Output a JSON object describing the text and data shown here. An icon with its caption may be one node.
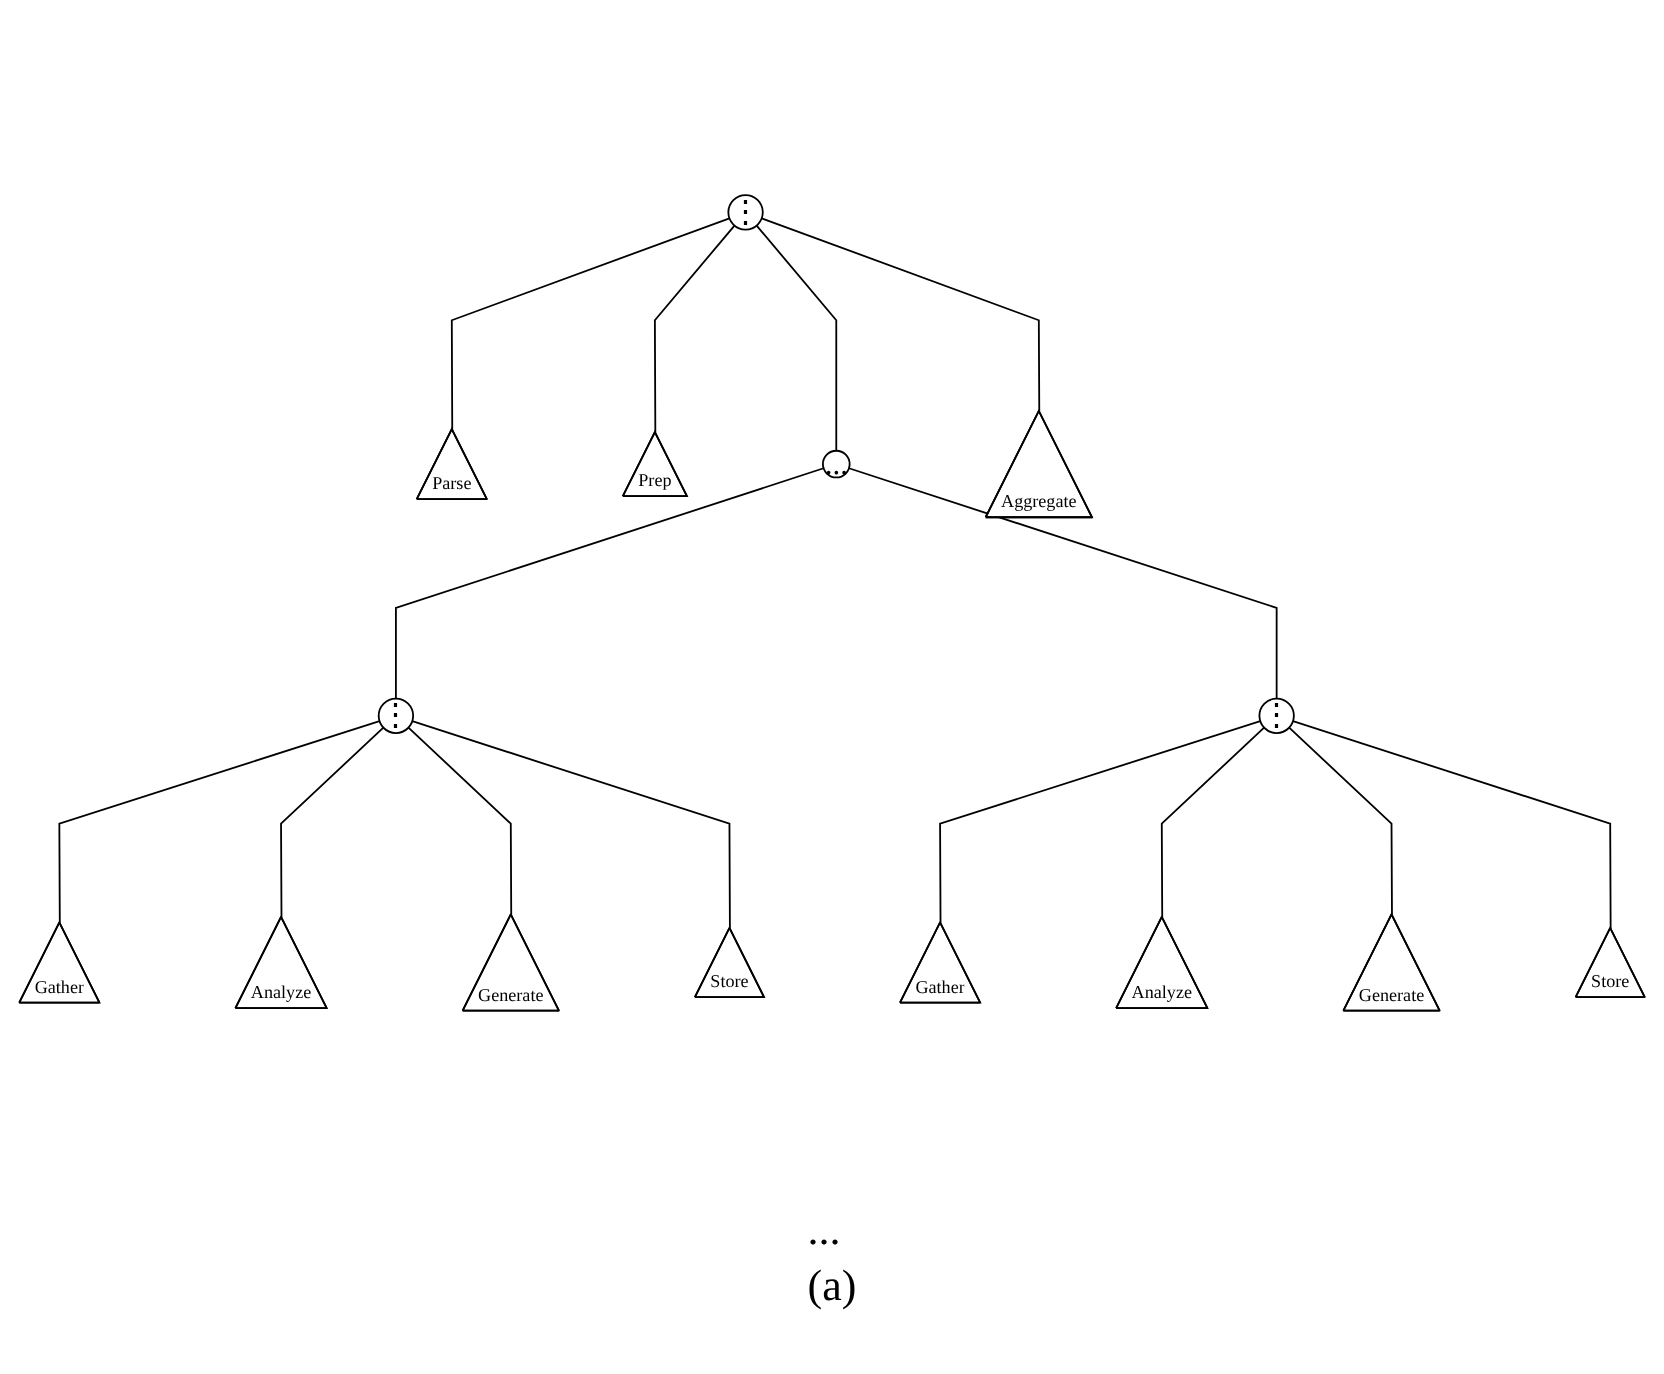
{
  "diagram": {
    "caption": "(a)",
    "nodes": [
      {
        "text": [
          "⋮"
        ]
      },
      {
        "text": [
          "Parse"
        ]
      },
      {
        "text": [
          "Prep"
        ]
      },
      {
        "text": [
          "..."
        ]
      },
      {
        "text": [
          "Aggregate"
        ]
      },
      {
        "text": [
          "⋮"
        ]
      },
      {
        "text": [
          "⋮"
        ]
      },
      {
        "text": [
          "Gather"
        ]
      },
      {
        "text": [
          "Analyze"
        ]
      },
      {
        "text": [
          "Generate"
        ]
      },
      {
        "text": [
          "Store"
        ]
      },
      {
        "text": [
          "Gather"
        ]
      },
      {
        "text": [
          "Analyze"
        ]
      },
      {
        "text": [
          "Generate"
        ]
      },
      {
        "text": [
          "Store"
        ]
      }
    ],
    "edges": [
      {
        "from": 0,
        "to": 1,
        "arrow": "none"
      },
      {
        "from": 0,
        "to": 2,
        "arrow": "none"
      },
      {
        "from": 0,
        "to": 3,
        "arrow": "none"
      },
      {
        "from": 0,
        "to": 4,
        "arrow": "none"
      },
      {
        "from": 3,
        "to": 5,
        "arrow": "none"
      },
      {
        "from": 3,
        "to": 6,
        "arrow": "none"
      },
      {
        "from": 5,
        "to": 7,
        "arrow": "none"
      },
      {
        "from": 5,
        "to": 8,
        "arrow": "none"
      },
      {
        "from": 5,
        "to": 9,
        "arrow": "none"
      },
      {
        "from": 5,
        "to": 10,
        "arrow": "none"
      },
      {
        "from": 6,
        "to": 11,
        "arrow": "none"
      },
      {
        "from": 6,
        "to": 12,
        "arrow": "none"
      },
      {
        "from": 6,
        "to": 13,
        "arrow": "none"
      },
      {
        "from": 6,
        "to": 14,
        "arrow": "none"
      }
    ],
    "labels": [
      "..."
    ]
  }
}
